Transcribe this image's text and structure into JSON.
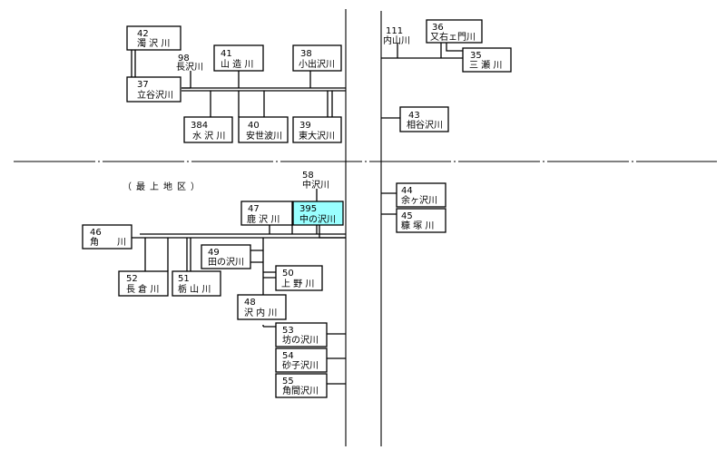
{
  "region_label": "（最上地区）",
  "colors": {
    "highlight": "#99ffff",
    "line": "#000000",
    "background": "#ffffff"
  },
  "nodes": [
    {
      "id": "n42",
      "num": "42",
      "name": "濁 沢 川"
    },
    {
      "id": "n98",
      "num": "98",
      "name": "長沢川"
    },
    {
      "id": "n41",
      "num": "41",
      "name": "山 造 川"
    },
    {
      "id": "n38",
      "num": "38",
      "name": "小出沢川"
    },
    {
      "id": "n37",
      "num": "37",
      "name": "立谷沢川"
    },
    {
      "id": "n384",
      "num": "384",
      "name": "水 沢 川"
    },
    {
      "id": "n40",
      "num": "40",
      "name": "安世波川"
    },
    {
      "id": "n39",
      "num": "39",
      "name": "東大沢川"
    },
    {
      "id": "n111",
      "num": "111",
      "name": "内山川"
    },
    {
      "id": "n36",
      "num": "36",
      "name": "又右ェ門川"
    },
    {
      "id": "n35",
      "num": "35",
      "name": "三 瀬 川"
    },
    {
      "id": "n43",
      "num": "43",
      "name": "相谷沢川"
    },
    {
      "id": "n58",
      "num": "58",
      "name": "中沢川"
    },
    {
      "id": "n47",
      "num": "47",
      "name": "鹿 沢 川"
    },
    {
      "id": "n395",
      "num": "395",
      "name": "中の沢川",
      "highlight": true
    },
    {
      "id": "n44",
      "num": "44",
      "name": "余ヶ沢川"
    },
    {
      "id": "n45",
      "num": "45",
      "name": "糠 塚 川"
    },
    {
      "id": "n46",
      "num": "46",
      "name": "角　　川"
    },
    {
      "id": "n49",
      "num": "49",
      "name": "田の沢川"
    },
    {
      "id": "n50",
      "num": "50",
      "name": "上 野 川"
    },
    {
      "id": "n52",
      "num": "52",
      "name": "長 倉 川"
    },
    {
      "id": "n51",
      "num": "51",
      "name": "栃 山 川"
    },
    {
      "id": "n48",
      "num": "48",
      "name": "沢 内 川"
    },
    {
      "id": "n53",
      "num": "53",
      "name": "坊の沢川"
    },
    {
      "id": "n54",
      "num": "54",
      "name": "砂子沢川"
    },
    {
      "id": "n55",
      "num": "55",
      "name": "角間沢川"
    }
  ]
}
